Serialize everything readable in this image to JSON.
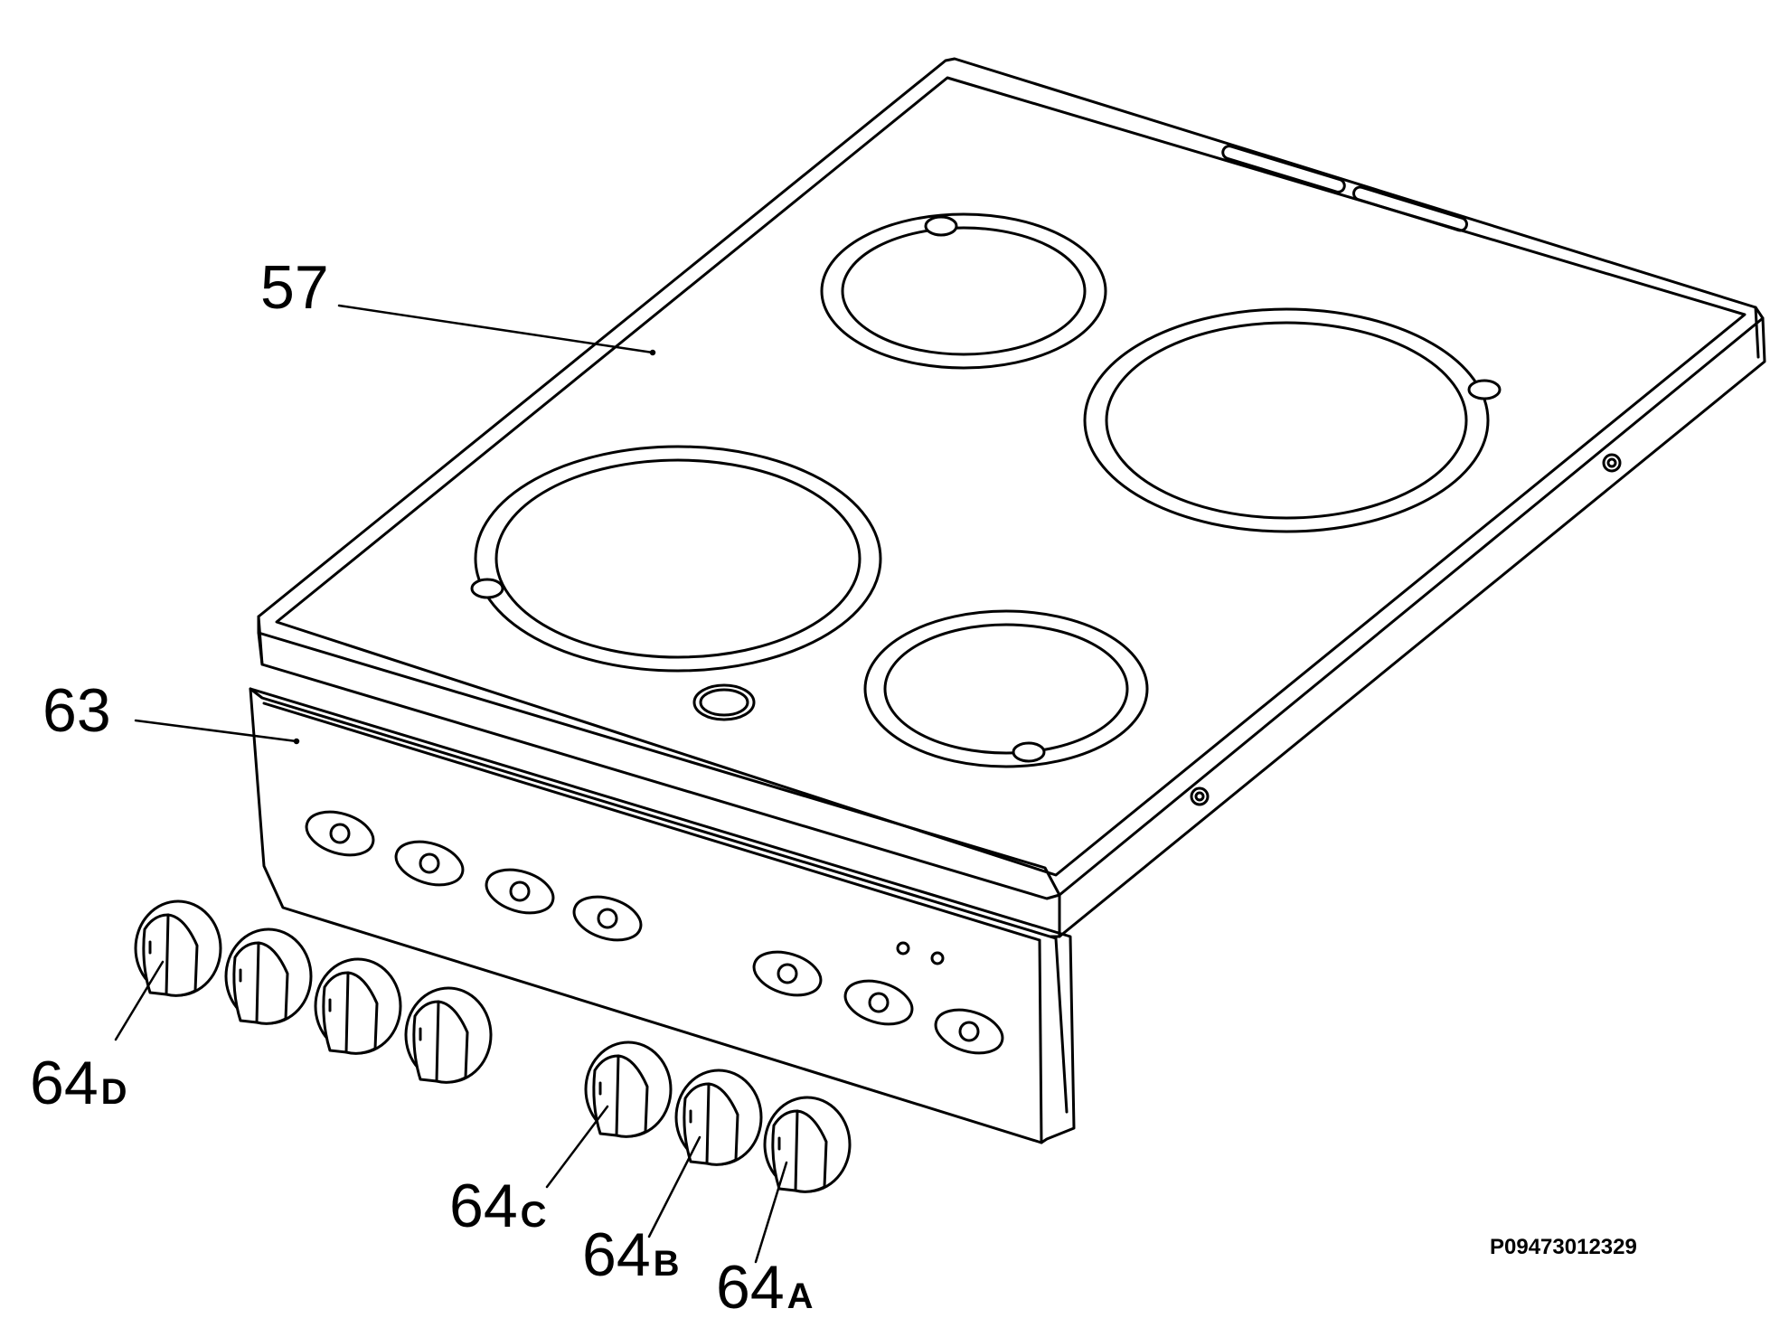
{
  "labels": {
    "hob_top": "57",
    "control_panel": "63",
    "knob_d_num": "64",
    "knob_d_sub": "D",
    "knob_c_num": "64",
    "knob_c_sub": "C",
    "knob_b_num": "64",
    "knob_b_sub": "B",
    "knob_a_num": "64",
    "knob_a_sub": "A"
  },
  "drawing_code": "P09473012329",
  "colors": {
    "line": "#000000",
    "background": "#ffffff"
  }
}
